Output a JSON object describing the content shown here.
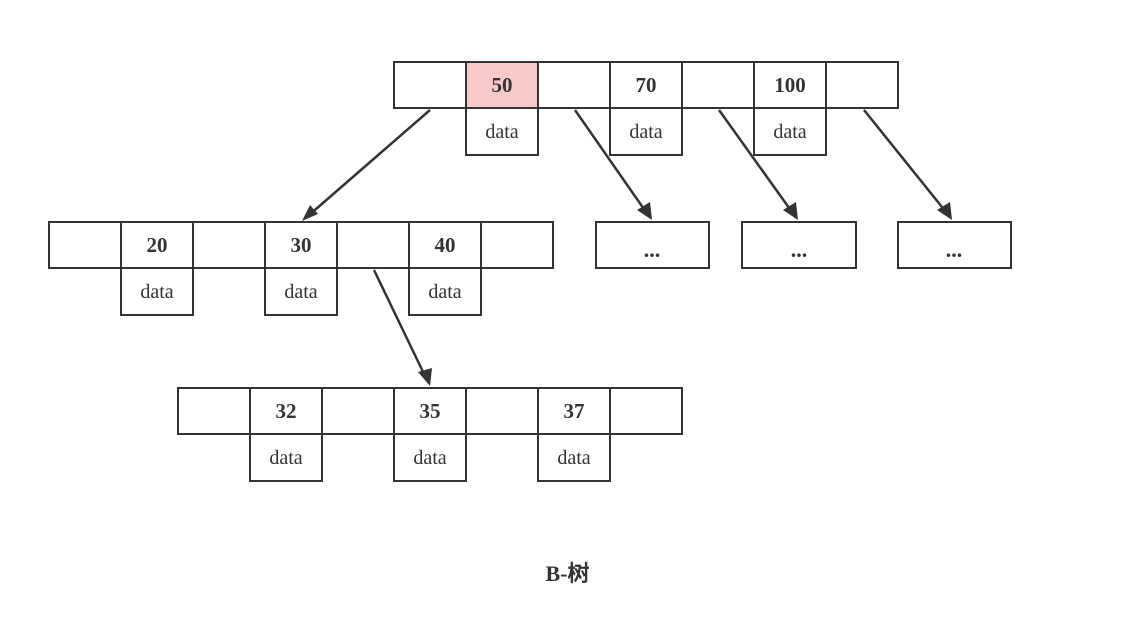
{
  "colors": {
    "stroke": "#333333",
    "highlight": "#f8c9c9",
    "background": "#ffffff"
  },
  "nodes": {
    "root": {
      "keys": [
        "50",
        "70",
        "100"
      ],
      "data_labels": [
        "data",
        "data",
        "data"
      ],
      "highlighted_key_index": 0
    },
    "level1_left": {
      "keys": [
        "20",
        "30",
        "40"
      ],
      "data_labels": [
        "data",
        "data",
        "data"
      ]
    },
    "level1_placeholders": [
      "...",
      "...",
      "..."
    ],
    "level2": {
      "keys": [
        "32",
        "35",
        "37"
      ],
      "data_labels": [
        "data",
        "data",
        "data"
      ]
    }
  },
  "edges": [
    {
      "from": "root",
      "pointer_index": 0,
      "to": "level1_left"
    },
    {
      "from": "root",
      "pointer_index": 1,
      "to": "level1_placeholder_0"
    },
    {
      "from": "root",
      "pointer_index": 2,
      "to": "level1_placeholder_1"
    },
    {
      "from": "root",
      "pointer_index": 3,
      "to": "level1_placeholder_2"
    },
    {
      "from": "level1_left",
      "pointer_index": 2,
      "to": "level2"
    }
  ],
  "caption": "B-树"
}
